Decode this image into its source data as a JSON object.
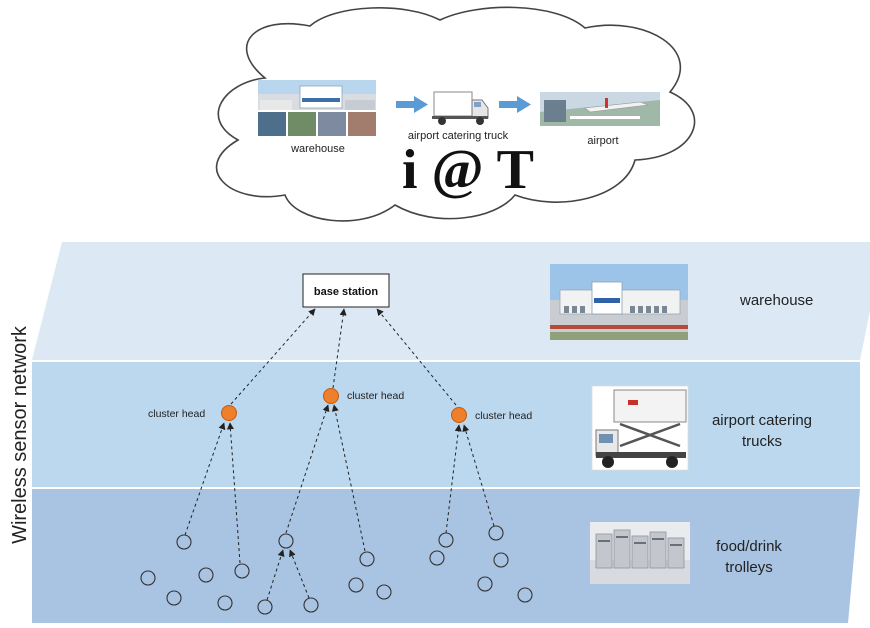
{
  "cloud": {
    "warehouse_label": "warehouse",
    "truck_label": "airport catering truck",
    "airport_label": "airport",
    "logo": "i @ T"
  },
  "vertical_label": "Wireless sensor network",
  "base_station": {
    "label": "base station"
  },
  "cluster_heads": [
    {
      "label": "cluster head"
    },
    {
      "label": "cluster head"
    },
    {
      "label": "cluster head"
    }
  ],
  "layers": [
    {
      "name": "warehouse",
      "label_lines": [
        "warehouse"
      ],
      "color": "#dce9f5"
    },
    {
      "name": "airport-catering-trucks",
      "label_lines": [
        "airport catering",
        "trucks"
      ],
      "color": "#bcd8ee"
    },
    {
      "name": "food-drink-trolleys",
      "label_lines": [
        "food/drink",
        "trolleys"
      ],
      "color": "#a9c3e2"
    }
  ],
  "colors": {
    "cluster_head_fill": "#f07f2a",
    "cluster_head_stroke": "#c05a10",
    "arrow_blue": "#5b9bd5",
    "sensor_stroke": "#333333"
  }
}
